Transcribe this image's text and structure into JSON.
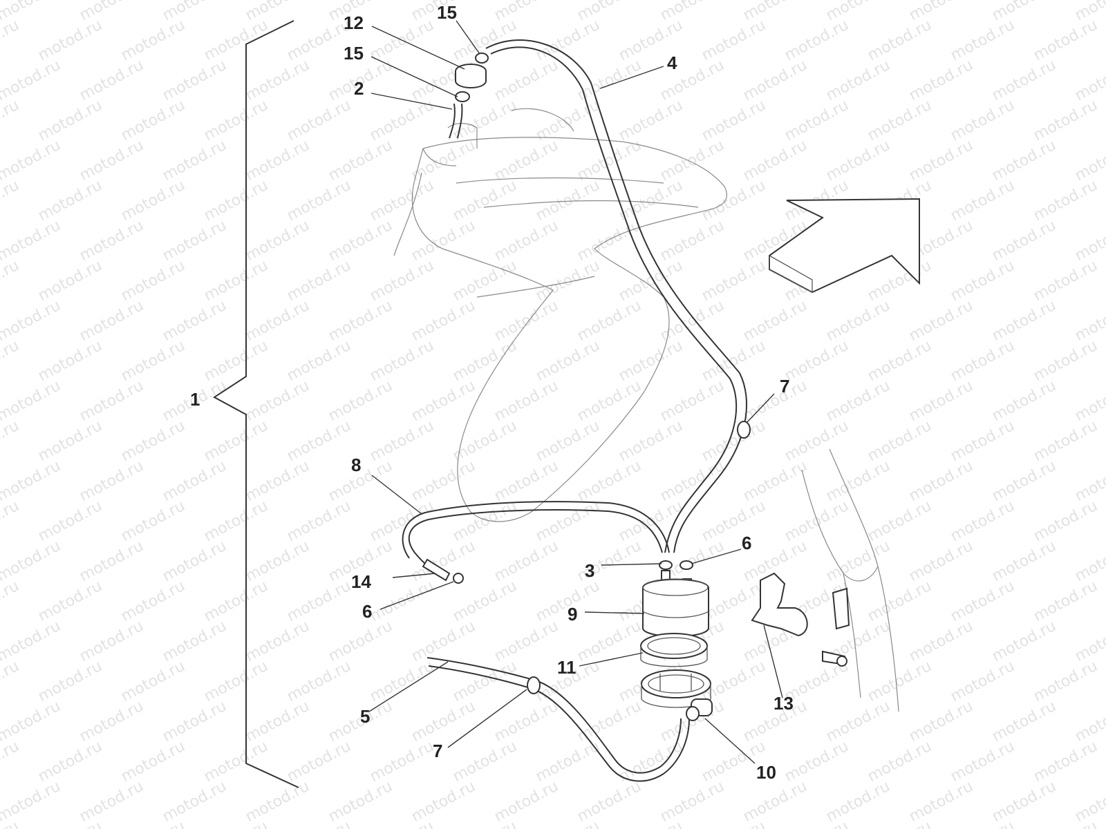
{
  "watermark": {
    "text": "motod.ru"
  },
  "callouts": [
    {
      "id": "c1",
      "label": "1"
    },
    {
      "id": "c12",
      "label": "12"
    },
    {
      "id": "c15a",
      "label": "15"
    },
    {
      "id": "c15b",
      "label": "15"
    },
    {
      "id": "c2",
      "label": "2"
    },
    {
      "id": "c4",
      "label": "4"
    },
    {
      "id": "c7a",
      "label": "7"
    },
    {
      "id": "c8",
      "label": "8"
    },
    {
      "id": "c6a",
      "label": "6"
    },
    {
      "id": "c3",
      "label": "3"
    },
    {
      "id": "c14",
      "label": "14"
    },
    {
      "id": "c6b",
      "label": "6"
    },
    {
      "id": "c9",
      "label": "9"
    },
    {
      "id": "c11",
      "label": "11"
    },
    {
      "id": "c13",
      "label": "13"
    },
    {
      "id": "c5",
      "label": "5"
    },
    {
      "id": "c7b",
      "label": "7"
    },
    {
      "id": "c10",
      "label": "10"
    }
  ]
}
